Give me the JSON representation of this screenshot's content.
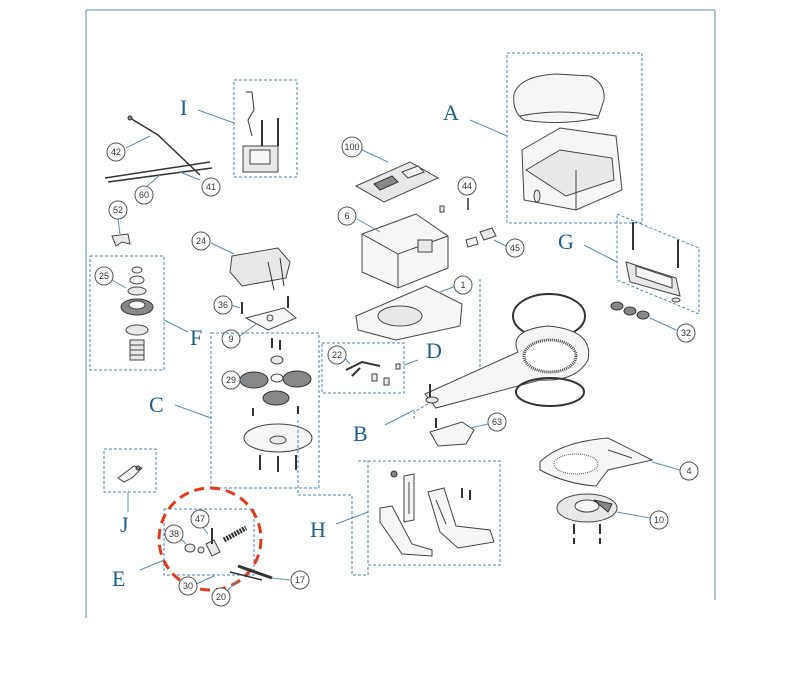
{
  "groups": {
    "A": "A",
    "B": "B",
    "C": "C",
    "D": "D",
    "E": "E",
    "F": "F",
    "G": "G",
    "H": "H",
    "I": "I",
    "J": "J"
  },
  "parts": {
    "p1": "1",
    "p4": "4",
    "p6": "6",
    "p9": "9",
    "p10": "10",
    "p17": "17",
    "p20": "20",
    "p22": "22",
    "p24": "24",
    "p25": "25",
    "p29": "29",
    "p30": "30",
    "p32": "32",
    "p36": "36",
    "p38": "38",
    "p41": "41",
    "p42": "42",
    "p44": "44",
    "p45": "45",
    "p47": "47",
    "p52": "52",
    "p60": "60",
    "p63": "63",
    "p100": "100"
  },
  "colors": {
    "frame": "#5b8fb0",
    "group_label": "#1f5f8b",
    "highlight": "#e03a1e"
  }
}
